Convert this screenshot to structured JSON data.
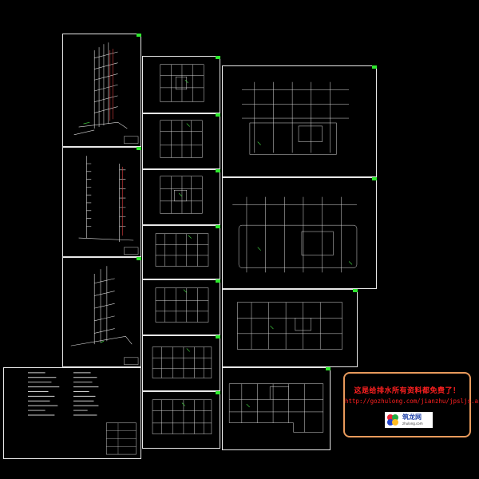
{
  "sheets": [
    {
      "id": "riser-1"
    },
    {
      "id": "riser-2"
    },
    {
      "id": "riser-3"
    },
    {
      "id": "notes"
    },
    {
      "id": "floor-1"
    },
    {
      "id": "floor-2"
    },
    {
      "id": "floor-3"
    },
    {
      "id": "floor-4"
    },
    {
      "id": "floor-5"
    },
    {
      "id": "floor-6"
    },
    {
      "id": "floor-7"
    },
    {
      "id": "site-1"
    },
    {
      "id": "site-2"
    },
    {
      "id": "site-3"
    },
    {
      "id": "site-4"
    }
  ],
  "ad": {
    "line1": "这是给排水所有资料都免费了！",
    "line2": "http://gozhulong.com/jianzhu/jpsljs.asp",
    "logo": "筑龙网",
    "logo_sub": "zhulong.com"
  },
  "colors": {
    "sheet_border": "#e8e8e8",
    "tab": "#2ee82e",
    "ad_border": "#e89a5c",
    "ad_text": "#ff2020"
  }
}
